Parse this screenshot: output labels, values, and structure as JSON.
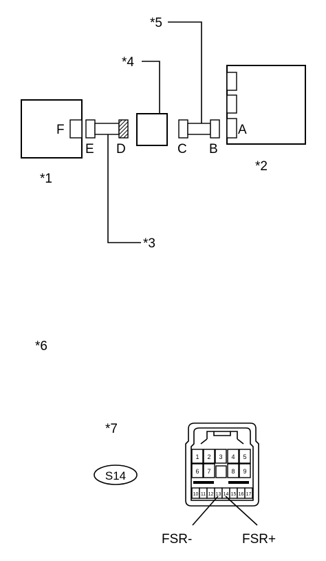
{
  "callouts": {
    "c1": "*1",
    "c2": "*2",
    "c3": "*3",
    "c4": "*4",
    "c5": "*5",
    "c6": "*6",
    "c7": "*7"
  },
  "connectors": {
    "a": "A",
    "b": "B",
    "c": "C",
    "d": "D",
    "e": "E",
    "f": "F"
  },
  "connector_code": "S14",
  "pins": {
    "row1": [
      "1",
      "2",
      "3",
      "4",
      "5"
    ],
    "row2_left": [
      "6",
      "7"
    ],
    "row2_right": [
      "8",
      "9"
    ],
    "row3": [
      "10",
      "11",
      "12",
      "13",
      "14",
      "15",
      "16",
      "17"
    ]
  },
  "terminals": {
    "minus": "FSR-",
    "plus": "FSR+"
  }
}
